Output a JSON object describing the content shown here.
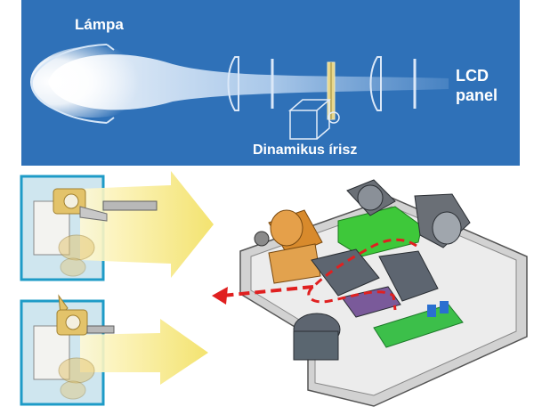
{
  "banner": {
    "lamp_label": "Lámpa",
    "lcd_line1": "LCD",
    "lcd_line2": "panel",
    "iris_label": "Dinamikus írisz"
  },
  "colors": {
    "banner_bg": "#2f71b8",
    "beam": "#ffffff",
    "arrow_yellow": "#f5e46a",
    "optical_green": "#3ec83a",
    "lamp_orange": "#d88a2c",
    "light_path_red": "#e02020"
  }
}
